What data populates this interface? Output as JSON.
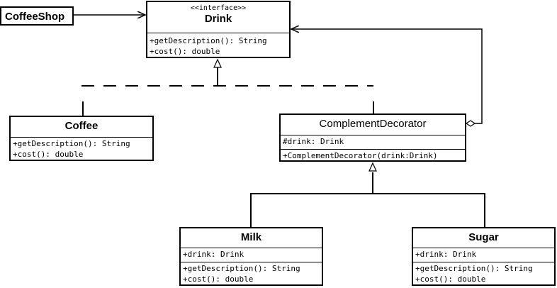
{
  "diagram": {
    "coffeeshop": {
      "name": "CoffeeShop"
    },
    "drink": {
      "stereotype": "<<interface>>",
      "name": "Drink",
      "methods": [
        "+getDescription(): String",
        "+cost(): double"
      ]
    },
    "coffee": {
      "name": "Coffee",
      "methods": [
        "+getDescription(): String",
        "+cost(): double"
      ]
    },
    "decorator": {
      "name": "ComplementDecorator",
      "attributes": [
        "#drink: Drink"
      ],
      "methods": [
        "+ComplementDecorator(drink:Drink)"
      ]
    },
    "milk": {
      "name": "Milk",
      "attributes": [
        "+drink: Drink"
      ],
      "methods": [
        "+getDescription(): String",
        "+cost(): double"
      ]
    },
    "sugar": {
      "name": "Sugar",
      "attributes": [
        "+drink: Drink"
      ],
      "methods": [
        "+getDescription(): String",
        "+cost(): double"
      ]
    }
  }
}
